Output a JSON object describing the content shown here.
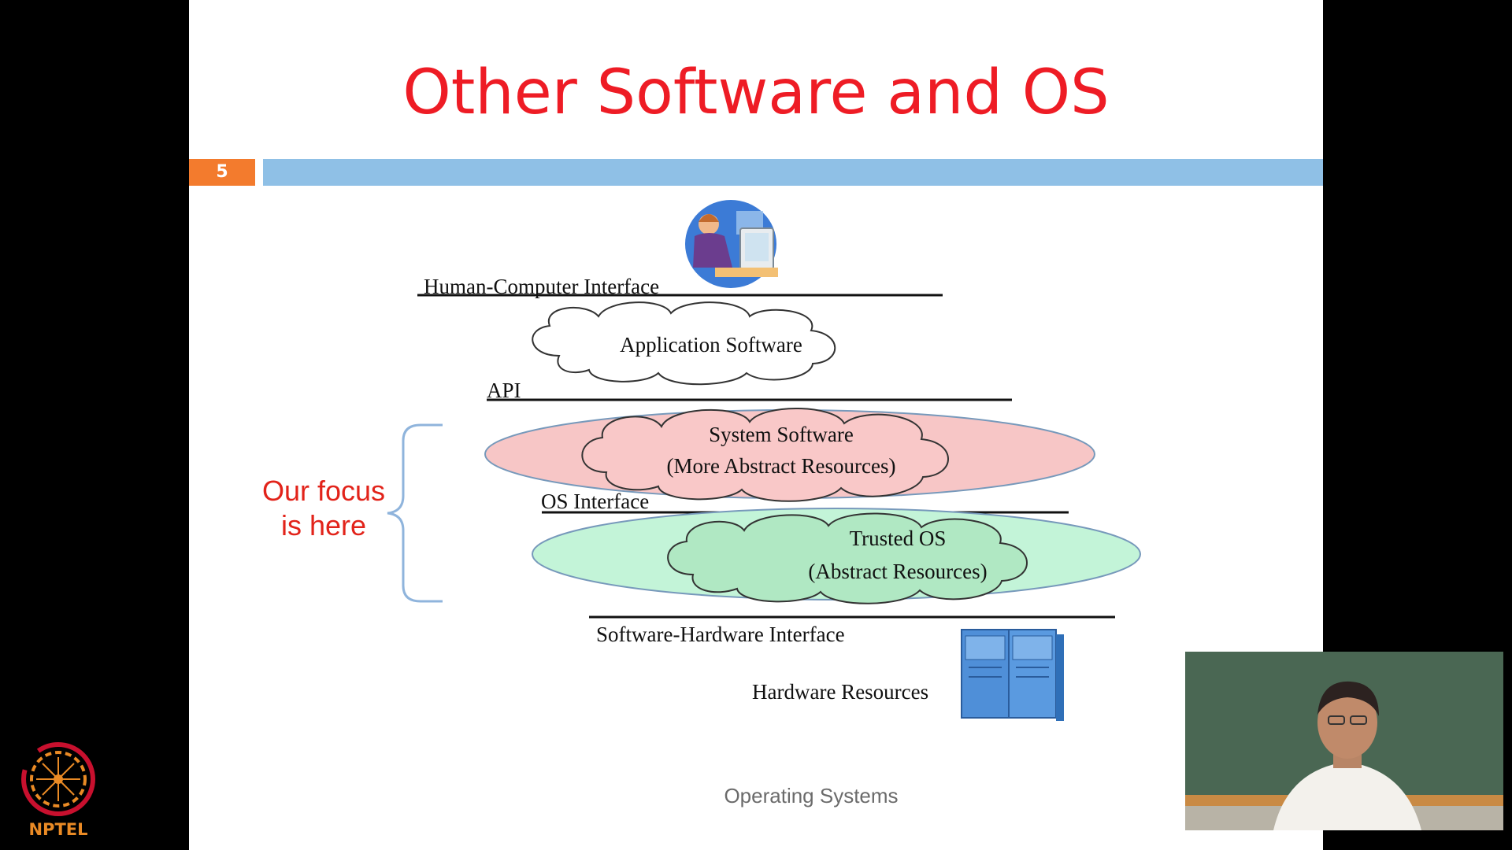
{
  "slide": {
    "title": "Other Software and OS",
    "number": "5",
    "footer": "Operating Systems"
  },
  "diagram": {
    "human_computer_interface": "Human-Computer Interface",
    "application_software": "Application Software",
    "api": "API",
    "system_software": "System Software",
    "system_software_sub": "(More Abstract Resources)",
    "os_interface": "OS Interface",
    "trusted_os": "Trusted OS",
    "trusted_os_sub": "(Abstract Resources)",
    "software_hardware_interface": "Software-Hardware Interface",
    "hardware_resources": "Hardware Resources"
  },
  "focus": {
    "line1": "Our focus",
    "line2": "is here"
  },
  "logo": {
    "text": "NPTEL"
  },
  "colors": {
    "title": "#ee1c25",
    "slide_number_bg": "#f37b2d",
    "bar": "#8fc0e6",
    "system_ellipse": "#f7c6c6",
    "trusted_ellipse": "#c3f4d8",
    "trusted_cloud": "#b0e8c3",
    "focus": "#e2231a"
  },
  "icons": [
    "user-at-computer-icon",
    "server-rack-icon",
    "nptel-logo-icon"
  ]
}
